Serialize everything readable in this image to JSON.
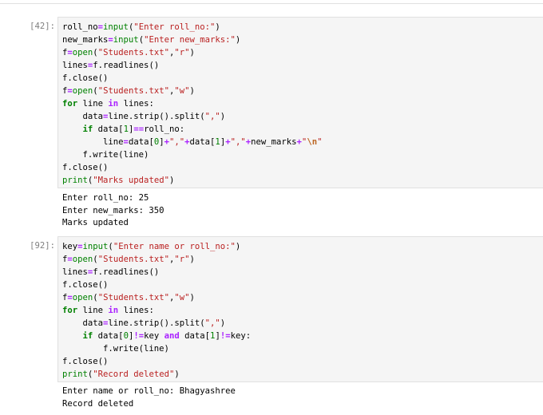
{
  "cells": [
    {
      "prompt": "[42]:",
      "code": [
        [
          [
            "nm",
            "roll_no"
          ],
          [
            "op",
            "="
          ],
          [
            "bi",
            "input"
          ],
          [
            "nm",
            "("
          ],
          [
            "str",
            "\"Enter roll_no:\""
          ],
          [
            "nm",
            ")"
          ]
        ],
        [
          [
            "nm",
            "new_marks"
          ],
          [
            "op",
            "="
          ],
          [
            "bi",
            "input"
          ],
          [
            "nm",
            "("
          ],
          [
            "str",
            "\"Enter new_marks:\""
          ],
          [
            "nm",
            ")"
          ]
        ],
        [
          [
            "nm",
            "f"
          ],
          [
            "op",
            "="
          ],
          [
            "bi",
            "open"
          ],
          [
            "nm",
            "("
          ],
          [
            "str",
            "\"Students.txt\""
          ],
          [
            "nm",
            ","
          ],
          [
            "str",
            "\"r\""
          ],
          [
            "nm",
            ")"
          ]
        ],
        [
          [
            "nm",
            "lines"
          ],
          [
            "op",
            "="
          ],
          [
            "nm",
            "f.readlines()"
          ]
        ],
        [
          [
            "nm",
            "f.close()"
          ]
        ],
        [
          [
            "nm",
            "f"
          ],
          [
            "op",
            "="
          ],
          [
            "bi",
            "open"
          ],
          [
            "nm",
            "("
          ],
          [
            "str",
            "\"Students.txt\""
          ],
          [
            "nm",
            ","
          ],
          [
            "str",
            "\"w\""
          ],
          [
            "nm",
            ")"
          ]
        ],
        [
          [
            "kw",
            "for"
          ],
          [
            "nm",
            " line "
          ],
          [
            "op",
            "in"
          ],
          [
            "nm",
            " lines:"
          ]
        ],
        [
          [
            "nm",
            "    data"
          ],
          [
            "op",
            "="
          ],
          [
            "nm",
            "line.strip().split("
          ],
          [
            "str",
            "\",\""
          ],
          [
            "nm",
            ")"
          ]
        ],
        [
          [
            "nm",
            "    "
          ],
          [
            "kw",
            "if"
          ],
          [
            "nm",
            " data["
          ],
          [
            "num",
            "1"
          ],
          [
            "nm",
            "]"
          ],
          [
            "op",
            "=="
          ],
          [
            "nm",
            "roll_no:"
          ]
        ],
        [
          [
            "nm",
            "        line"
          ],
          [
            "op",
            "="
          ],
          [
            "nm",
            "data["
          ],
          [
            "num",
            "0"
          ],
          [
            "nm",
            "]"
          ],
          [
            "op",
            "+"
          ],
          [
            "str",
            "\",\""
          ],
          [
            "op",
            "+"
          ],
          [
            "nm",
            "data["
          ],
          [
            "num",
            "1"
          ],
          [
            "nm",
            "]"
          ],
          [
            "op",
            "+"
          ],
          [
            "str",
            "\",\""
          ],
          [
            "op",
            "+"
          ],
          [
            "nm",
            "new_marks"
          ],
          [
            "op",
            "+"
          ],
          [
            "str",
            "\""
          ],
          [
            "esc",
            "\\n"
          ],
          [
            "str",
            "\""
          ]
        ],
        [
          [
            "nm",
            "    f.write(line)"
          ]
        ],
        [
          [
            "nm",
            "f.close()"
          ]
        ],
        [
          [
            "bi",
            "print"
          ],
          [
            "nm",
            "("
          ],
          [
            "str",
            "\"Marks updated\""
          ],
          [
            "nm",
            ")"
          ]
        ]
      ],
      "output": [
        "Enter roll_no: 25",
        "Enter new_marks: 350",
        "Marks updated"
      ]
    },
    {
      "prompt": "[92]:",
      "code": [
        [
          [
            "nm",
            "key"
          ],
          [
            "op",
            "="
          ],
          [
            "bi",
            "input"
          ],
          [
            "nm",
            "("
          ],
          [
            "str",
            "\"Enter name or roll_no:\""
          ],
          [
            "nm",
            ")"
          ]
        ],
        [
          [
            "nm",
            "f"
          ],
          [
            "op",
            "="
          ],
          [
            "bi",
            "open"
          ],
          [
            "nm",
            "("
          ],
          [
            "str",
            "\"Students.txt\""
          ],
          [
            "nm",
            ","
          ],
          [
            "str",
            "\"r\""
          ],
          [
            "nm",
            ")"
          ]
        ],
        [
          [
            "nm",
            "lines"
          ],
          [
            "op",
            "="
          ],
          [
            "nm",
            "f.readlines()"
          ]
        ],
        [
          [
            "nm",
            "f.close()"
          ]
        ],
        [
          [
            "nm",
            "f"
          ],
          [
            "op",
            "="
          ],
          [
            "bi",
            "open"
          ],
          [
            "nm",
            "("
          ],
          [
            "str",
            "\"Students.txt\""
          ],
          [
            "nm",
            ","
          ],
          [
            "str",
            "\"w\""
          ],
          [
            "nm",
            ")"
          ]
        ],
        [
          [
            "kw",
            "for"
          ],
          [
            "nm",
            " line "
          ],
          [
            "op",
            "in"
          ],
          [
            "nm",
            " lines:"
          ]
        ],
        [
          [
            "nm",
            "    data"
          ],
          [
            "op",
            "="
          ],
          [
            "nm",
            "line.strip().split("
          ],
          [
            "str",
            "\",\""
          ],
          [
            "nm",
            ")"
          ]
        ],
        [
          [
            "nm",
            "    "
          ],
          [
            "kw",
            "if"
          ],
          [
            "nm",
            " data["
          ],
          [
            "num",
            "0"
          ],
          [
            "nm",
            "]"
          ],
          [
            "op",
            "!="
          ],
          [
            "nm",
            "key "
          ],
          [
            "op",
            "and"
          ],
          [
            "nm",
            " data["
          ],
          [
            "num",
            "1"
          ],
          [
            "nm",
            "]"
          ],
          [
            "op",
            "!="
          ],
          [
            "nm",
            "key:"
          ]
        ],
        [
          [
            "nm",
            "        f.write(line)"
          ]
        ],
        [
          [
            "nm",
            "f.close()"
          ]
        ],
        [
          [
            "bi",
            "print"
          ],
          [
            "nm",
            "("
          ],
          [
            "str",
            "\"Record deleted\""
          ],
          [
            "nm",
            ")"
          ]
        ]
      ],
      "output": [
        "Enter name or roll_no: Bhagyashree",
        "Record deleted"
      ]
    }
  ]
}
